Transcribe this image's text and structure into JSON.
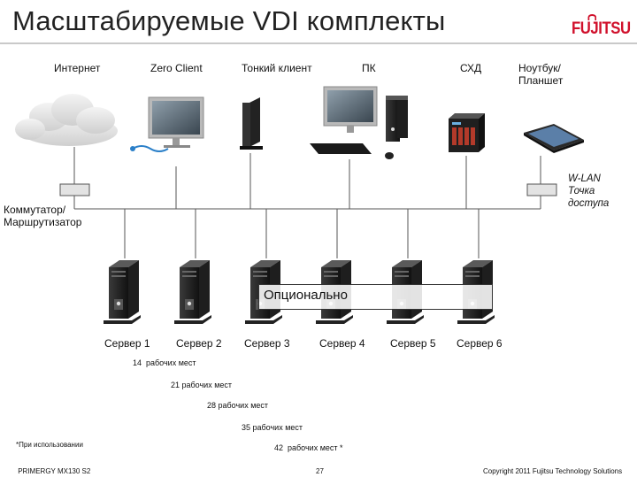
{
  "title": "Масштабируемые VDI комплекты",
  "logo": "FUJITSU",
  "devices": {
    "internet": "Интернет",
    "zero_client": "Zero Client",
    "thin_client": "Тонкий клиент",
    "pc": "ПК",
    "storage": "СХД",
    "laptop_line1": "Ноутбук/",
    "laptop_line2": "Планшет"
  },
  "switch_label_line1": "Коммутатор/",
  "switch_label_line2": "Маршрутизатор",
  "wlan_line1": "W-LAN",
  "wlan_line2": "Точка",
  "wlan_line3": "доступа",
  "optional": "Опционально",
  "servers": [
    "Сервер 1",
    "Сервер 2",
    "Сервер 3",
    "Сервер 4",
    "Сервер 5",
    "Сервер 6"
  ],
  "workstations": [
    "14  рабочих мест",
    "21 рабочих мест",
    "28 рабочих мест",
    "35 рабочих мест",
    "42  рабочих мест *"
  ],
  "footnote_line1": "*При использовании",
  "footnote_line2": " PRIMERGY MX130 S2",
  "page_number": "27",
  "copyright": "Copyright 2011 Fujitsu Technology Solutions",
  "colors": {
    "brand": "#d0102b",
    "line": "#555555"
  }
}
